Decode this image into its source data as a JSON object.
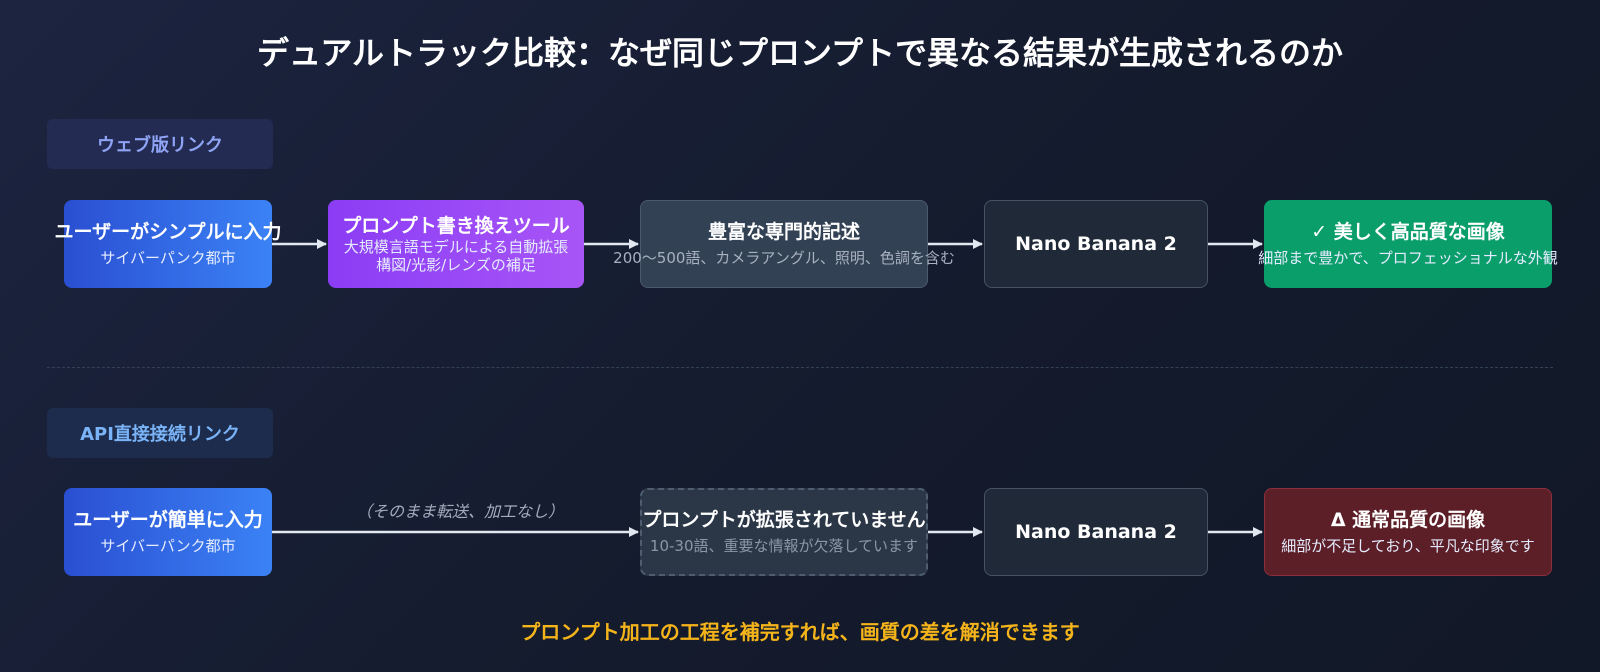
{
  "title": "デュアルトラック比較：なぜ同じプロンプトで異なる結果が生成されるのか",
  "web_track": {
    "label": "ウェブ版リンク",
    "user_input": {
      "main": "ユーザーがシンプルに入力",
      "sub": "サイバーパンク都市"
    },
    "rewriter": {
      "main": "プロンプト書き換えツール",
      "sub1": "大規模言語モデルによる自動拡張",
      "sub2": "構図/光影/レンズの補足"
    },
    "rich_desc": {
      "main": "豊富な専門的記述",
      "sub": "200〜500語、カメラアングル、照明、色調を含む"
    },
    "model": {
      "main": "Nano Banana 2"
    },
    "result": {
      "icon": "✓",
      "main": "美しく高品質な画像",
      "sub": "細部まで豊かで、プロフェッショナルな外観"
    }
  },
  "api_track": {
    "label": "API直接接続リンク",
    "user_input": {
      "main": "ユーザーが簡単に入力",
      "sub": "サイバーパンク都市"
    },
    "passthrough_note": "（そのまま転送、加工なし）",
    "not_expanded": {
      "main": "プロンプトが拡張されていません",
      "sub": "10-30語、重要な情報が欠落しています"
    },
    "model": {
      "main": "Nano Banana 2"
    },
    "result": {
      "icon": "Δ",
      "main": "通常品質の画像",
      "sub": "細部が不足しており、平凡な印象です"
    }
  },
  "footer": "プロンプト加工の工程を補完すれば、画質の差を解消できます",
  "colors": {
    "background": "#161e30",
    "user_box": "#3b82f6",
    "rewriter_box": "#a855f7",
    "result_good": "#0a9e6b",
    "result_normal": "#5c1f27",
    "footer_text": "#f5b41a"
  }
}
